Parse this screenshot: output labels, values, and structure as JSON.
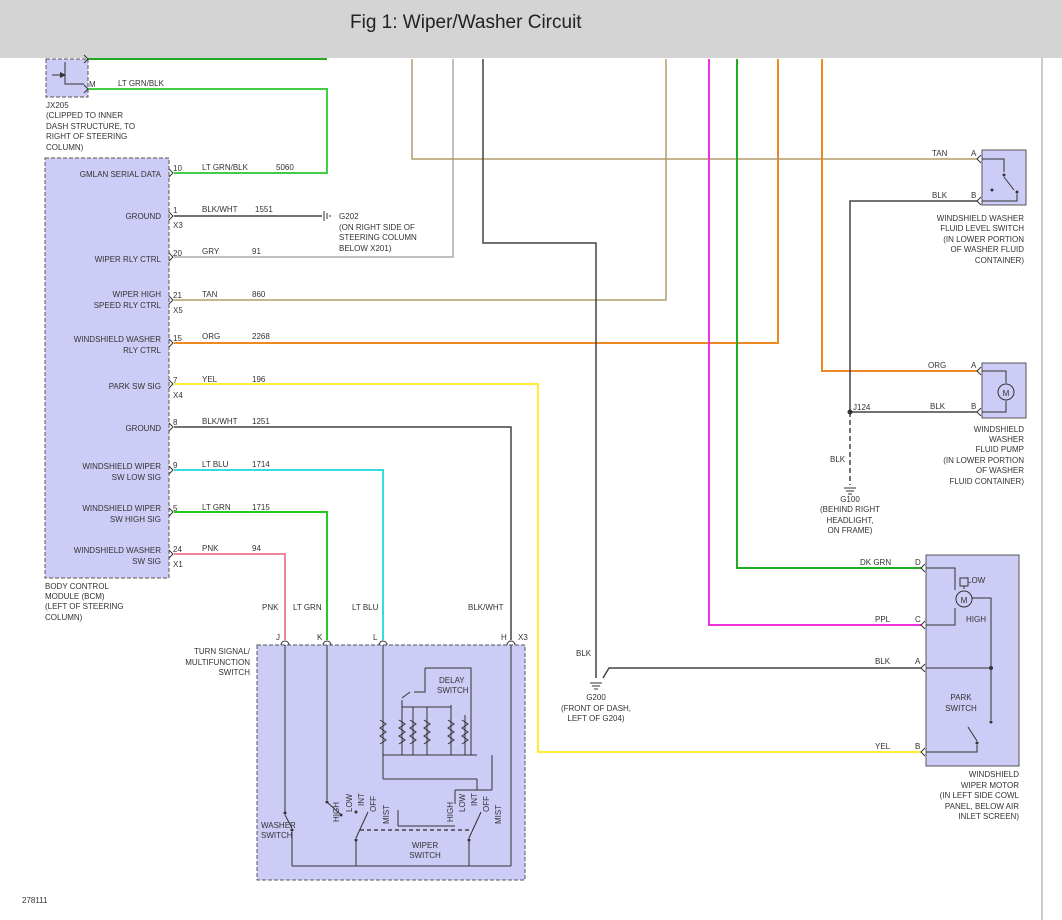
{
  "title": "Fig 1: Wiper/Washer Circuit",
  "figure_number": "278111",
  "colors": {
    "lt_grn_blk": "#44cc44",
    "lt_grn": "#22cc22",
    "tan": "#b49a6a",
    "gry": "#aaaaaa",
    "org": "#ee8822",
    "yel": "#ffee33",
    "blk": "#444444",
    "lt_blu": "#33dddd",
    "pnk": "#ee8899",
    "ppl": "#ee33dd",
    "dk_grn": "#22aa22",
    "component_fill": "#ccccf6"
  },
  "jx205": {
    "name": "JX205",
    "desc": [
      "(CLIPPED TO INNER",
      "DASH STRUCTURE, TO",
      "RIGHT OF STEERING",
      "COLUMN)"
    ],
    "pin": "M",
    "wire": "LT GRN/BLK"
  },
  "bcm": {
    "desc": [
      "BODY CONTROL",
      "MODULE (BCM)",
      "(LEFT OF STEERING",
      "COLUMN)"
    ],
    "pins": [
      {
        "label": [
          "GMLAN SERIAL DATA"
        ],
        "pin": "10",
        "wire": "LT GRN/BLK",
        "circuit": "5060",
        "connector": ""
      },
      {
        "label": [
          "GROUND"
        ],
        "pin": "1",
        "wire": "BLK/WHT",
        "circuit": "1551",
        "connector": "X3"
      },
      {
        "label": [
          "WIPER RLY CTRL"
        ],
        "pin": "20",
        "wire": "GRY",
        "circuit": "91",
        "connector": ""
      },
      {
        "label": [
          "WIPER HIGH",
          "SPEED RLY CTRL"
        ],
        "pin": "21",
        "wire": "TAN",
        "circuit": "860",
        "connector": "X5"
      },
      {
        "label": [
          "WINDSHIELD WASHER",
          "RLY CTRL"
        ],
        "pin": "15",
        "wire": "ORG",
        "circuit": "2268",
        "connector": ""
      },
      {
        "label": [
          "PARK SW SIG"
        ],
        "pin": "7",
        "wire": "YEL",
        "circuit": "196",
        "connector": "X4"
      },
      {
        "label": [
          "GROUND"
        ],
        "pin": "8",
        "wire": "BLK/WHT",
        "circuit": "1251",
        "connector": ""
      },
      {
        "label": [
          "WINDSHIELD WIPER",
          "SW LOW SIG"
        ],
        "pin": "9",
        "wire": "LT BLU",
        "circuit": "1714",
        "connector": ""
      },
      {
        "label": [
          "WINDSHIELD WIPER",
          "SW HIGH SIG"
        ],
        "pin": "5",
        "wire": "LT GRN",
        "circuit": "1715",
        "connector": ""
      },
      {
        "label": [
          "WINDSHIELD WASHER",
          "SW SIG"
        ],
        "pin": "24",
        "wire": "PNK",
        "circuit": "94",
        "connector": "X1"
      }
    ]
  },
  "g202": {
    "name": "G202",
    "desc": [
      "(ON RIGHT SIDE OF",
      "STEERING COLUMN",
      "BELOW X201)"
    ]
  },
  "g200": {
    "name": "G200",
    "desc": [
      "(FRONT OF DASH,",
      "LEFT OF G204)"
    ],
    "wire": "BLK"
  },
  "g100": {
    "name": "G100",
    "desc": [
      "(BEHIND RIGHT",
      "HEADLIGHT,",
      "ON FRAME)"
    ],
    "wire": "BLK"
  },
  "j124": {
    "name": "J124"
  },
  "fluid_level_switch": {
    "desc": [
      "WINDSHIELD WASHER",
      "FLUID LEVEL SWITCH",
      "(IN LOWER PORTION",
      "OF WASHER FLUID",
      "CONTAINER)"
    ],
    "pins": [
      {
        "pin": "A",
        "wire": "TAN"
      },
      {
        "pin": "B",
        "wire": "BLK"
      }
    ]
  },
  "fluid_pump": {
    "desc": [
      "WINDSHIELD",
      "WASHER",
      "FLUID PUMP",
      "(IN LOWER PORTION",
      "OF WASHER",
      "FLUID CONTAINER)"
    ],
    "motor_symbol": "M",
    "pins": [
      {
        "pin": "A",
        "wire": "ORG"
      },
      {
        "pin": "B",
        "wire": "BLK"
      }
    ]
  },
  "wiper_motor": {
    "desc": [
      "WINDSHIELD",
      "WIPER MOTOR",
      "(IN LEFT SIDE COWL",
      "PANEL, BELOW AIR",
      "INLET SCREEN)"
    ],
    "motor_symbol": "M",
    "low": "LOW",
    "high": "HIGH",
    "park_switch": [
      "PARK",
      "SWITCH"
    ],
    "pins": [
      {
        "pin": "D",
        "wire": "DK GRN"
      },
      {
        "pin": "C",
        "wire": "PPL"
      },
      {
        "pin": "A",
        "wire": "BLK"
      },
      {
        "pin": "B",
        "wire": "YEL"
      }
    ]
  },
  "turn_signal_switch": {
    "desc": [
      "TURN SIGNAL/",
      "MULTIFUNCTION",
      "SWITCH"
    ],
    "connector": "X3",
    "pins": [
      {
        "pin": "J",
        "wire": "PNK"
      },
      {
        "pin": "K",
        "wire": "LT GRN"
      },
      {
        "pin": "L",
        "wire": "LT BLU"
      },
      {
        "pin": "H",
        "wire": "BLK/WHT"
      }
    ],
    "delay_switch": [
      "DELAY",
      "SWITCH"
    ],
    "washer_switch": [
      "WASHER",
      "SWITCH"
    ],
    "wiper_switch": [
      "WIPER",
      "SWITCH"
    ],
    "positions": [
      "HIGH",
      "LOW",
      "INT",
      "OFF",
      "MIST"
    ]
  }
}
